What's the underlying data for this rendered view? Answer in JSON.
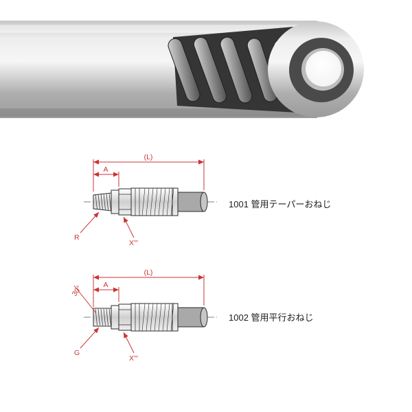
{
  "photo": {
    "subject": "hydraulic-hose-cutaway-photo"
  },
  "drawings": [
    {
      "caption": "1001 管用テーパーおねじ",
      "labels": {
        "length": "(L)",
        "a": "A",
        "thread": "R",
        "x": "X'''"
      }
    },
    {
      "caption": "1002 管用平行おねじ",
      "labels": {
        "length": "(L)",
        "a": "A",
        "thread": "G",
        "x": "X'''",
        "angle": "30°"
      }
    }
  ],
  "colors": {
    "dimension_red": "#cc3333",
    "outline": "#2b2b2b",
    "hose_gray": "#b9b9b9"
  }
}
